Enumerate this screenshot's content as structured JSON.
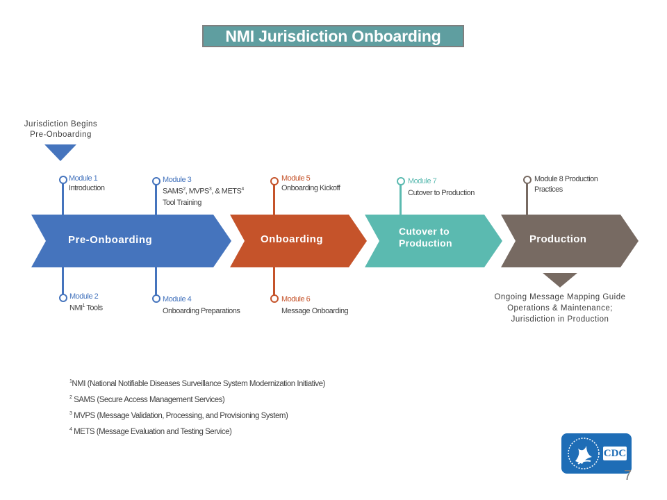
{
  "title": "NMI Jurisdiction Onboarding",
  "colors": {
    "pre_onboarding": "#4574bd",
    "onboarding": "#c5532a",
    "cutover": "#5bbab0",
    "production": "#776a62",
    "title_bg": "#5f9ea0"
  },
  "callouts": {
    "start_line1": "Jurisdiction  Begins",
    "start_line2": "Pre-Onboarding",
    "end_line1": "Ongoing Message  Mapping Guide",
    "end_line2": "Operations  & Maintenance;",
    "end_line3": "Jurisdiction  in Production"
  },
  "phases": [
    {
      "label": "Pre-Onboarding"
    },
    {
      "label": "Onboarding"
    },
    {
      "label_line1": "Cutover to",
      "label_line2": "Production"
    },
    {
      "label": "Production"
    }
  ],
  "modules": {
    "m1": {
      "num": "Module 1",
      "text": "Introduction"
    },
    "m2": {
      "num": "Module 2",
      "text": "NMI",
      "sup": "1",
      "text2": " Tools"
    },
    "m3": {
      "num": "Module 3",
      "t1": "SAMS",
      "s1": "2",
      "t2": ", MVPS",
      "s2": "3",
      "t3": ", & METS",
      "s3": "4",
      "line2": "Tool Training"
    },
    "m4": {
      "num": "Module 4",
      "text": "Onboarding  Preparations"
    },
    "m5": {
      "num": "Module 5",
      "text": "Onboarding Kickoff"
    },
    "m6": {
      "num": "Module 6",
      "text": "Message Onboarding"
    },
    "m7": {
      "num": "Module 7",
      "text": "Cutover  to Production"
    },
    "m8": {
      "line1": "Module  8 Production",
      "line2": "Practices"
    }
  },
  "footnotes": [
    {
      "sup": "1",
      "text": "NMI (National Notifiable Diseases Surveillance System Modernization Initiative)"
    },
    {
      "sup": "2",
      "text": " SAMS (Secure Access Management Services)"
    },
    {
      "sup": "3",
      "text": " MVPS (Message Validation, Processing, and Provisioning System)"
    },
    {
      "sup": "4",
      "text": " METS (Message Evaluation and Testing Service)"
    }
  ],
  "logo_text": "CDC",
  "page_number": "7"
}
